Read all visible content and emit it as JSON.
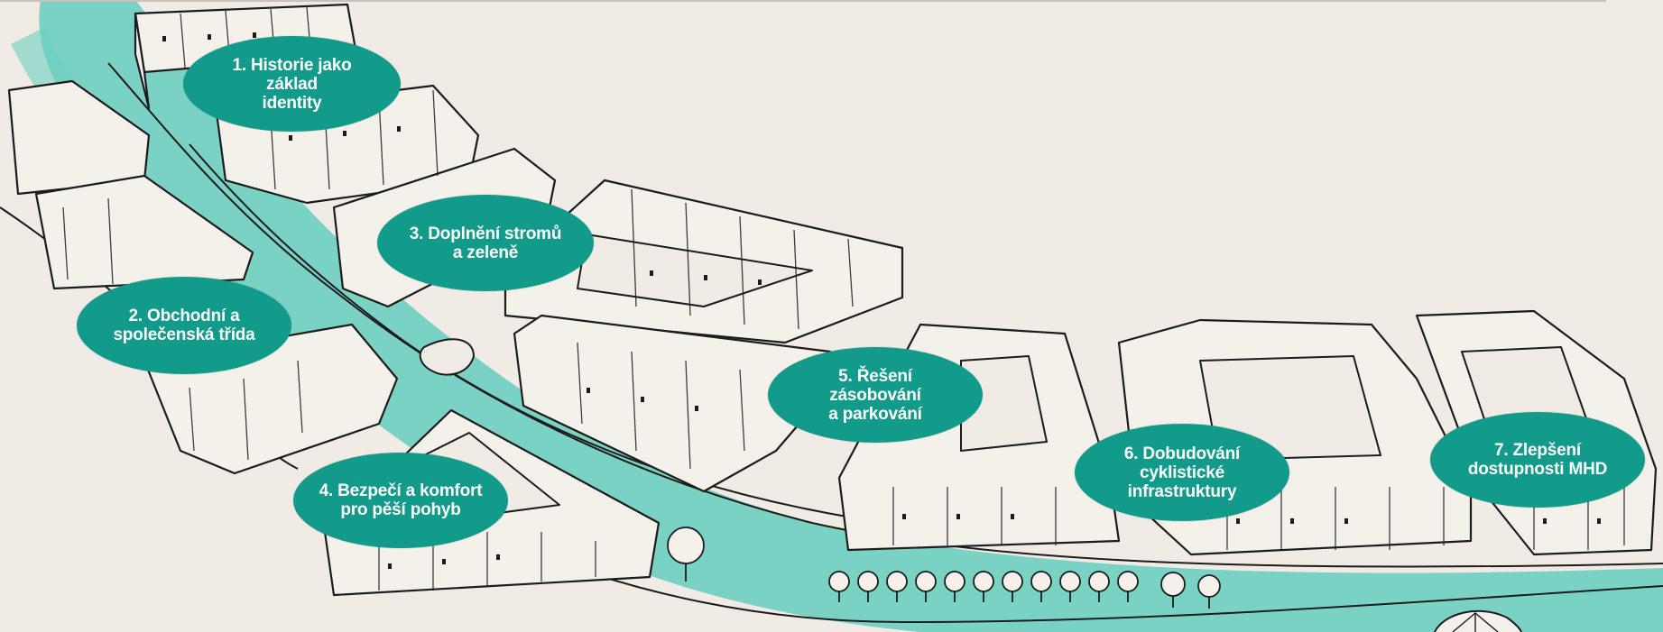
{
  "colors": {
    "background": "#f0ebe5",
    "street": "#6ccfbf",
    "bubble": "#129a8a",
    "bubble_text": "#ffffff",
    "ink": "#1c1c1c",
    "building_fill": "#f4f0ea"
  },
  "labels": [
    {
      "id": "l1",
      "line1": "1. Historie jako základ",
      "line2": "identity",
      "line3": ""
    },
    {
      "id": "l2",
      "line1": "2. Obchodní a",
      "line2": "společenská třída",
      "line3": ""
    },
    {
      "id": "l3",
      "line1": "3. Doplnění stromů",
      "line2": "a zeleně",
      "line3": ""
    },
    {
      "id": "l4",
      "line1": "4. Bezpečí a komfort",
      "line2": "pro pěší pohyb",
      "line3": ""
    },
    {
      "id": "l5",
      "line1": "5. Řešení zásobování",
      "line2": "a parkování",
      "line3": ""
    },
    {
      "id": "l6",
      "line1": "6. Dobudování",
      "line2": "cyklistické",
      "line3": "infrastruktury"
    },
    {
      "id": "l7",
      "line1": "7. Zlepšení",
      "line2": "dostupnosti MHD",
      "line3": ""
    }
  ]
}
